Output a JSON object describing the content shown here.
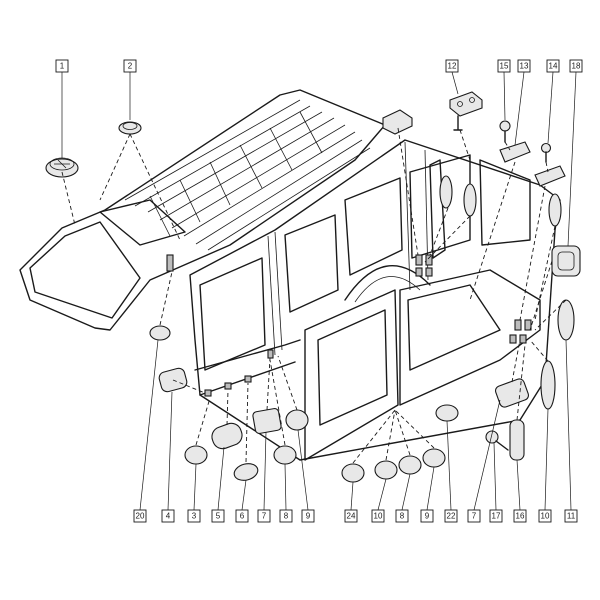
{
  "colors": {
    "ink": "#1a1a1a",
    "part_fill": "#e8e8e8",
    "part_dark": "#bdbdbd",
    "background": "#ffffff"
  },
  "labels_top": [
    "1",
    "2",
    "12",
    "15",
    "13",
    "14",
    "18"
  ],
  "labels_bottom": [
    "20",
    "4",
    "3",
    "5",
    "6",
    "7",
    "8",
    "9",
    "24",
    "10",
    "8",
    "9",
    "22",
    "7",
    "17",
    "16",
    "10",
    "11"
  ]
}
